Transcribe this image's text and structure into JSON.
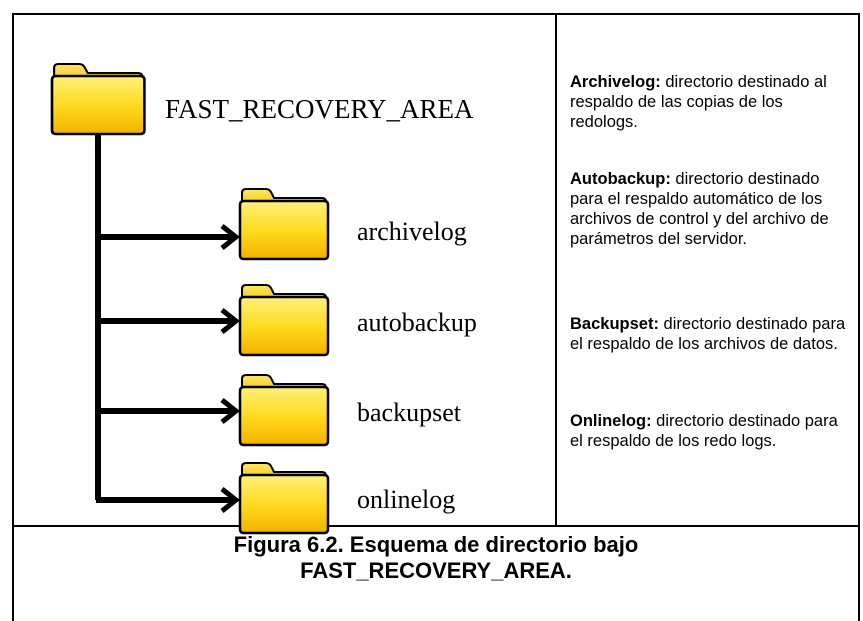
{
  "root": {
    "label": "FAST_RECOVERY_AREA"
  },
  "folders": [
    {
      "label": "archivelog"
    },
    {
      "label": "autobackup"
    },
    {
      "label": "backupset"
    },
    {
      "label": "onlinelog"
    }
  ],
  "descriptions": [
    {
      "term": "Archivelog:",
      "text": " directorio destinado al respaldo de las copias de los redologs."
    },
    {
      "term": "Autobackup:",
      "text": " directorio destinado para el respaldo automático de los archivos de control y del archivo de parámetros del servidor."
    },
    {
      "term": "Backupset:",
      "text": " directorio destinado para el respaldo de los archivos de datos."
    },
    {
      "term": "Onlinelog:",
      "text": " directorio destinado para el respaldo de los redo logs."
    }
  ],
  "caption": {
    "line1": "Figura 6.2. Esquema de directorio bajo",
    "line2": "FAST_RECOVERY_AREA."
  },
  "colors": {
    "folder_light": "#ffe74a",
    "folder_dark": "#f2b400",
    "outline": "#000000"
  }
}
